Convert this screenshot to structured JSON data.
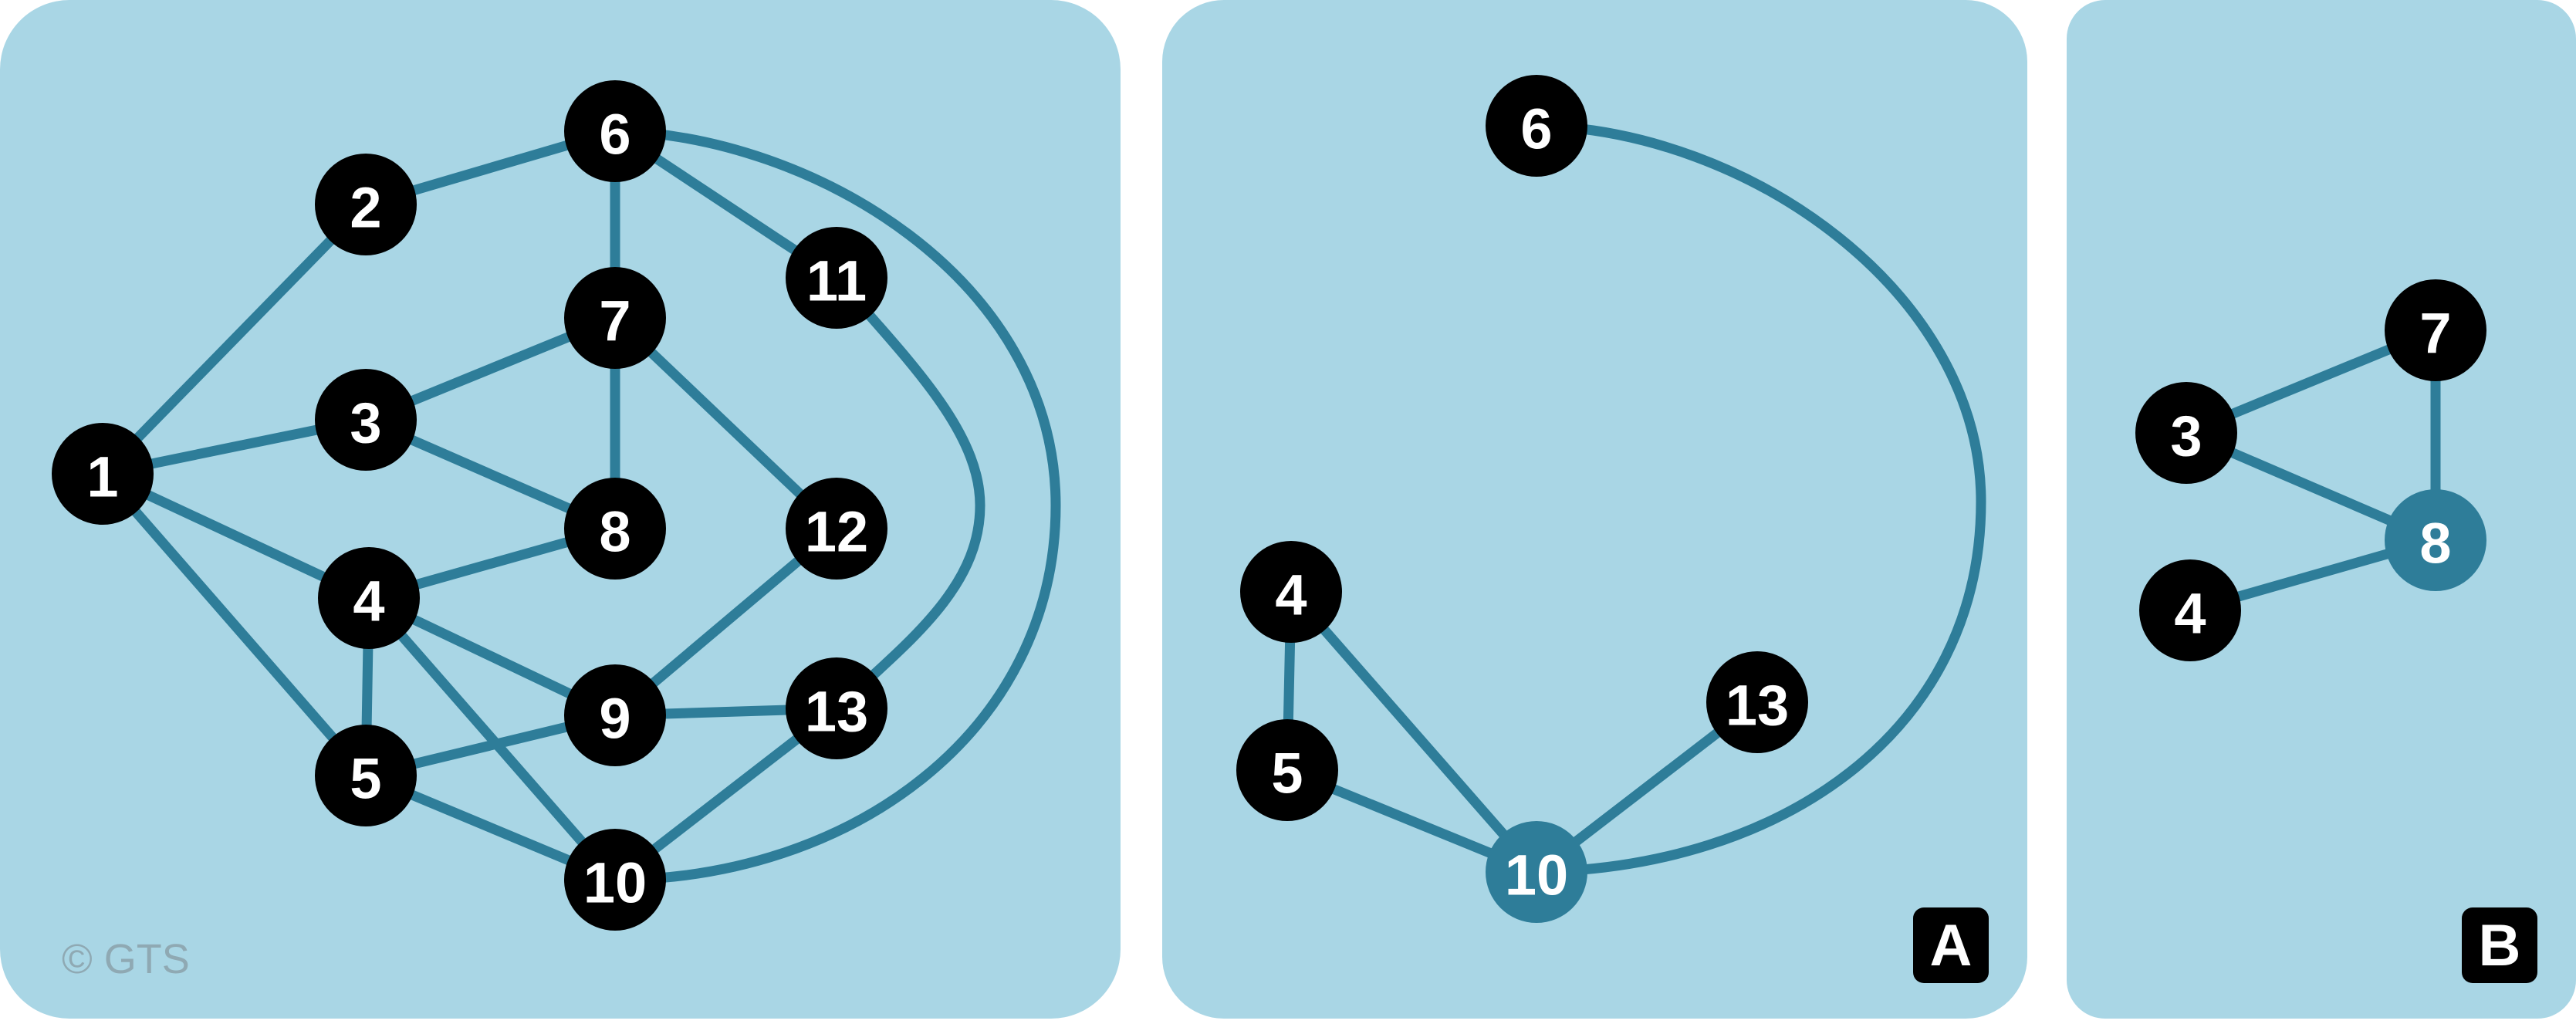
{
  "copyright": "© GTS",
  "colors": {
    "panel": "#a9d6e5",
    "edge": "#2e7d99",
    "node": "#000000",
    "highlight": "#2e7d99"
  },
  "main_graph": {
    "nodes": [
      "1",
      "2",
      "3",
      "4",
      "5",
      "6",
      "7",
      "8",
      "9",
      "10",
      "11",
      "12",
      "13"
    ],
    "edges": [
      [
        "1",
        "2"
      ],
      [
        "1",
        "3"
      ],
      [
        "1",
        "4"
      ],
      [
        "1",
        "5"
      ],
      [
        "2",
        "6"
      ],
      [
        "6",
        "7"
      ],
      [
        "6",
        "11"
      ],
      [
        "6",
        "10"
      ],
      [
        "7",
        "3"
      ],
      [
        "7",
        "8"
      ],
      [
        "7",
        "12"
      ],
      [
        "3",
        "8"
      ],
      [
        "4",
        "8"
      ],
      [
        "4",
        "9"
      ],
      [
        "4",
        "5"
      ],
      [
        "4",
        "10"
      ],
      [
        "5",
        "9"
      ],
      [
        "5",
        "10"
      ],
      [
        "9",
        "12"
      ],
      [
        "9",
        "13"
      ],
      [
        "13",
        "10"
      ],
      [
        "11",
        "13"
      ]
    ]
  },
  "subgraph_a": {
    "label": "A",
    "nodes": [
      "6",
      "4",
      "5",
      "13",
      "10"
    ],
    "highlight": "10",
    "edges": [
      [
        "6",
        "10"
      ],
      [
        "4",
        "5"
      ],
      [
        "4",
        "10"
      ],
      [
        "5",
        "10"
      ],
      [
        "13",
        "10"
      ]
    ]
  },
  "subgraph_b": {
    "label": "B",
    "nodes": [
      "7",
      "3",
      "4",
      "8"
    ],
    "highlight": "8",
    "edges": [
      [
        "3",
        "7"
      ],
      [
        "7",
        "8"
      ],
      [
        "3",
        "8"
      ],
      [
        "4",
        "8"
      ]
    ]
  }
}
